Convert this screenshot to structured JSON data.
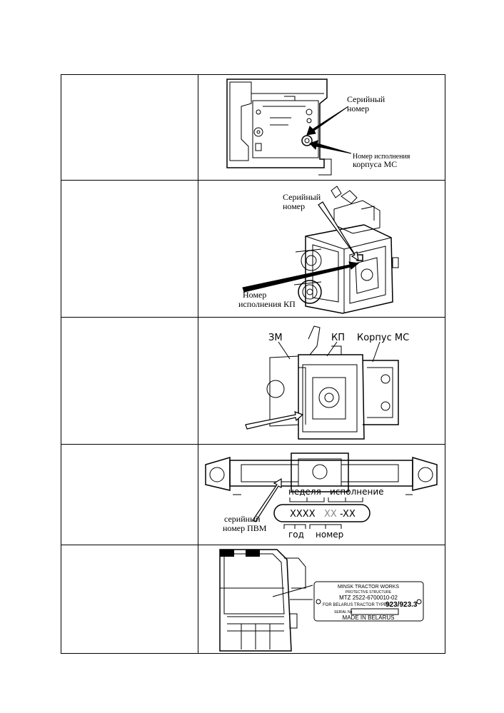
{
  "figures": {
    "housing": {
      "serial_label_1": "Серийный",
      "serial_label_2": "номер",
      "version_label_1": "Номер исполнения",
      "version_label_2": "корпуса МС"
    },
    "gearbox": {
      "serial_label_1": "Серийный",
      "serial_label_2": "номер",
      "version_label_1": "Номер",
      "version_label_2": "исполнения КП"
    },
    "assembly": {
      "label_zm": "ЗМ",
      "label_kp": "КП",
      "label_housing": "Корпус МС"
    },
    "front_axle": {
      "label_week": "неделя",
      "label_version": "исполнение",
      "code_digits": "XXXX",
      "code_light": "XX",
      "code_suffix": "-XX",
      "label_year": "год",
      "label_number": "номер",
      "serial_label_1": "серийный",
      "serial_label_2": "номер ПВМ"
    },
    "cab_plate": {
      "line1": "MINSK TRACTOR WORKS",
      "line2": "PROTECTIVE STRUCTURE",
      "line3": "MTZ 2522-6700010-02",
      "line4_prefix": "FOR BELARUS TRACTOR TYPES:",
      "line4_value": "923/923.3",
      "serial_label": "SERIAL No",
      "made_in": "MADE IN BELARUS"
    }
  }
}
